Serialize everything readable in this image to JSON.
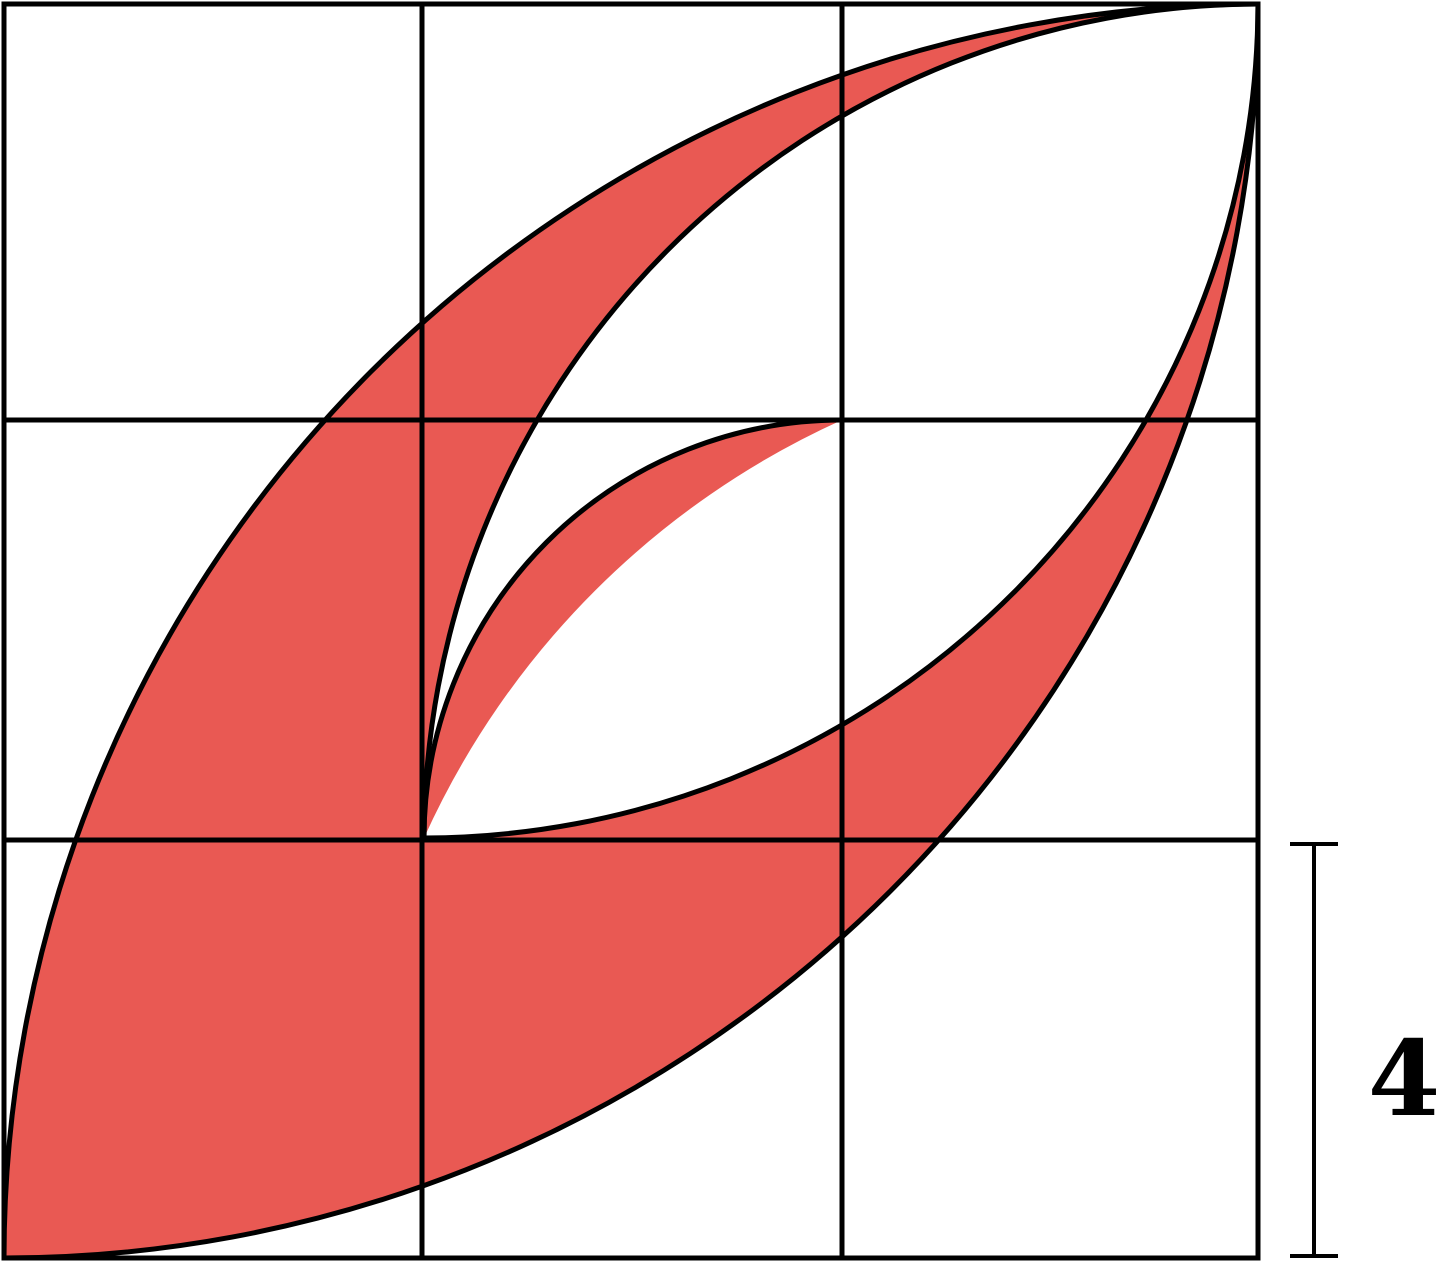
{
  "figure": {
    "grid": {
      "rows": 3,
      "cols": 3
    },
    "cell_side": 4,
    "dimension_label": "4",
    "colors": {
      "shaded_fill": "#e8504a",
      "line": "#000000",
      "background": "#ffffff"
    }
  }
}
